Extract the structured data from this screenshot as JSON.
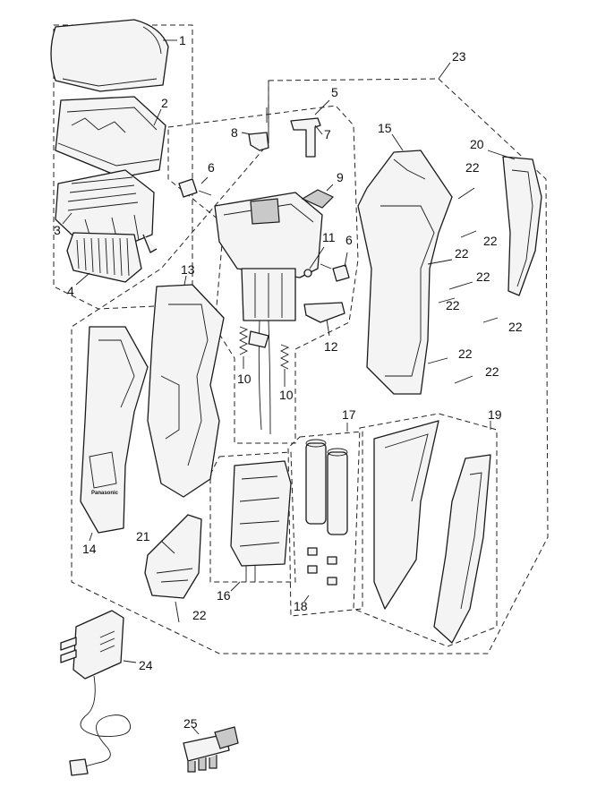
{
  "diagram": {
    "brand_text": "Panasonic",
    "callouts": {
      "c1": "1",
      "c2": "2",
      "c3": "3",
      "c4": "4",
      "c5": "5",
      "c6a": "6",
      "c6b": "6",
      "c7": "7",
      "c8": "8",
      "c9": "9",
      "c10a": "10",
      "c10b": "10",
      "c11": "11",
      "c12": "12",
      "c13": "13",
      "c14": "14",
      "c15": "15",
      "c16": "16",
      "c17": "17",
      "c18": "18",
      "c19": "19",
      "c20": "20",
      "c21": "21",
      "c22a": "22",
      "c22b": "22",
      "c22c": "22",
      "c22d": "22",
      "c22e": "22",
      "c22f": "22",
      "c22g": "22",
      "c22h": "22",
      "c22i": "22",
      "c23": "23",
      "c24": "24",
      "c25": "25"
    }
  }
}
